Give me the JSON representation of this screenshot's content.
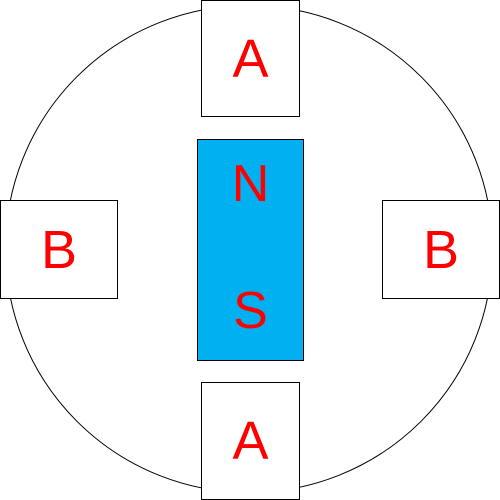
{
  "colors": {
    "label": "#ff0000",
    "rotor_fill": "#00b0f0",
    "outline": "#000000",
    "background": "#ffffff"
  },
  "stator": {
    "top_pole_label": "A",
    "bottom_pole_label": "A",
    "left_pole_label": "B",
    "right_pole_label": "B"
  },
  "rotor": {
    "north_label": "N",
    "south_label": "S"
  }
}
